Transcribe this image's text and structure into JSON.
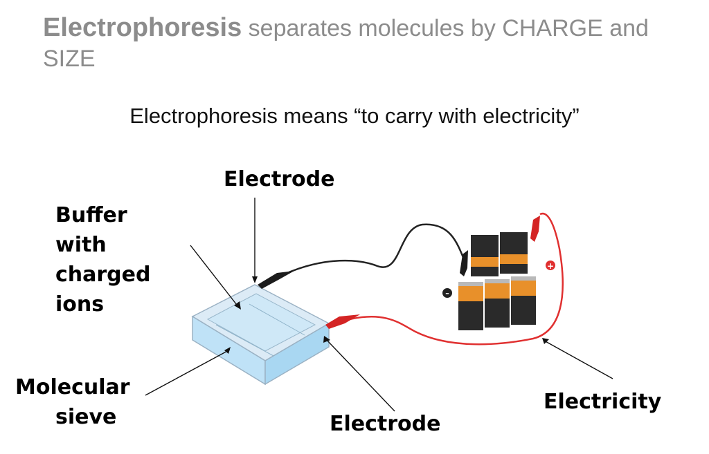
{
  "slide": {
    "title_bold": "Electrophoresis",
    "title_rest": "separates molecules by CHARGE and SIZE",
    "subtitle": "Electrophoresis means “to carry with electricity”"
  },
  "labels": {
    "electrode_top": "Electrode",
    "buffer_line1": "Buffer",
    "buffer_line2": "with",
    "buffer_line3": "charged",
    "buffer_line4": "ions",
    "molecular_line1": "Molecular",
    "molecular_line2": "sieve",
    "electrode_bottom": "Electrode",
    "electricity": "Electricity"
  },
  "battery": {
    "negative_symbol": "⊖",
    "positive_symbol": "+"
  },
  "colors": {
    "title_gray": "#8c8c8c",
    "wire_red": "#e03030",
    "wire_black": "#222222",
    "battery_orange": "#e8902a",
    "battery_black": "#2a2a2a",
    "gel_blue": "#bfe2f7"
  }
}
